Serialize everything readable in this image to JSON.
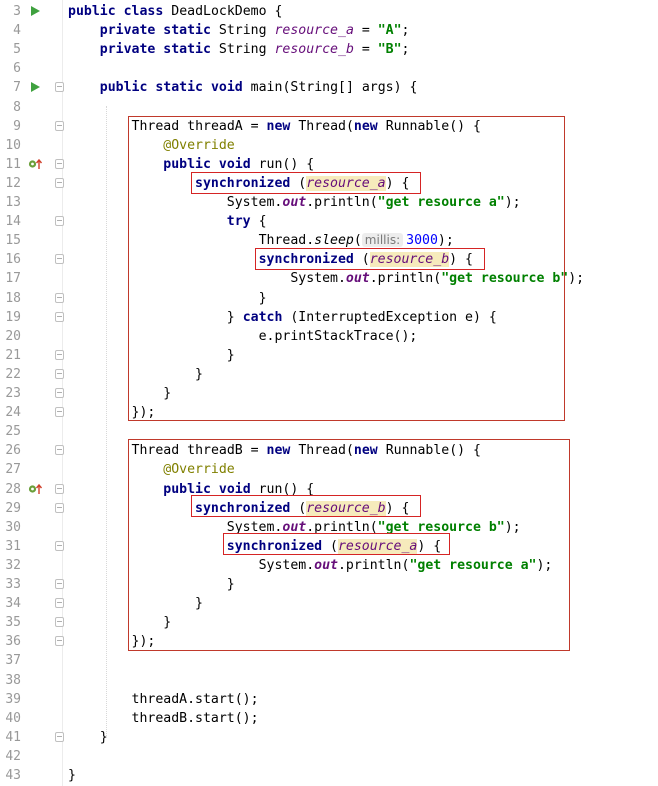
{
  "code": {
    "line_numbers": [
      "3",
      "4",
      "5",
      "6",
      "7",
      "8",
      "9",
      "10",
      "11",
      "12",
      "13",
      "14",
      "15",
      "16",
      "17",
      "18",
      "19",
      "20",
      "21",
      "22",
      "23",
      "24",
      "25",
      "26",
      "27",
      "28",
      "29",
      "30",
      "31",
      "32",
      "33",
      "34",
      "35",
      "36",
      "37",
      "38",
      "39",
      "40",
      "41",
      "42",
      "43"
    ],
    "tokens": {
      "public": "public",
      "class": "class",
      "class_name": "DeadLockDemo",
      "private": "private",
      "static": "static",
      "String": "String",
      "resource_a": "resource_a",
      "resource_b": "resource_b",
      "str_A": "\"A\"",
      "str_B": "\"B\"",
      "void": "void",
      "main": "main",
      "args_sig": "(String[] args) {",
      "Thread": "Thread",
      "threadA": "threadA",
      "threadB": "threadB",
      "new": "new",
      "Runnable": "Runnable",
      "override": "@Override",
      "run": "run() {",
      "synchronized": "synchronized",
      "system": "System.",
      "out": "out",
      "println": ".println(",
      "str_get_a": "\"get resource a\"",
      "str_get_b": "\"get resource b\"",
      "try": "try",
      "catch": "catch",
      "thread_dot": "Thread.",
      "sleep": "sleep",
      "hint_millis": "millis:",
      "num_3000": "3000",
      "exception": "(InterruptedException e) {",
      "print_stack": "e.printStackTrace();",
      "startA": "threadA.start();",
      "startB": "threadB.start();"
    }
  },
  "colors": {
    "keyword": "#000080",
    "string": "#008000",
    "field": "#660e7a",
    "annotation": "#808000",
    "number": "#0000ff",
    "highlight_box": "#d52424"
  },
  "icons": {
    "run": "run-gutter-icon",
    "override": "override-gutter-icon",
    "fold": "fold-icon"
  }
}
